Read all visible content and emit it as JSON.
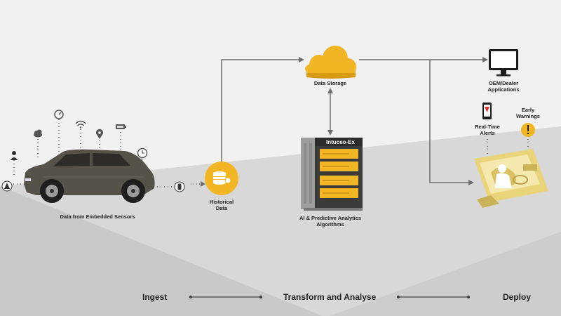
{
  "colors": {
    "accent": "#f2b523",
    "accent_dark": "#d89a12",
    "line": "#6e6e6e",
    "bg_light": "#f1f1f1",
    "bg_mid": "#d8d8d8",
    "bg_dark": "#c8c8c8"
  },
  "sensors": {
    "label": "Data from Embedded Sensors",
    "icons": [
      "warning-triangle-icon",
      "person-icon",
      "cloud-icon",
      "speed-icon",
      "wifi-icon",
      "location-pin-icon",
      "battery-icon",
      "clock-icon",
      "key-fob-icon"
    ]
  },
  "historical": {
    "label": "Historical\nData"
  },
  "storage": {
    "label": "Data Storage"
  },
  "server": {
    "title": "Intuceo-Ex",
    "label": "AI & Predictive Analytics\nAlgorithms"
  },
  "oem": {
    "label": "OEM/Dealer\nApplications"
  },
  "alerts": {
    "label": "Real-Time\nAlerts"
  },
  "warnings": {
    "label": "Early\nWarnings"
  },
  "stages": {
    "ingest": "Ingest",
    "transform": "Transform and Analyse",
    "deploy": "Deploy"
  }
}
